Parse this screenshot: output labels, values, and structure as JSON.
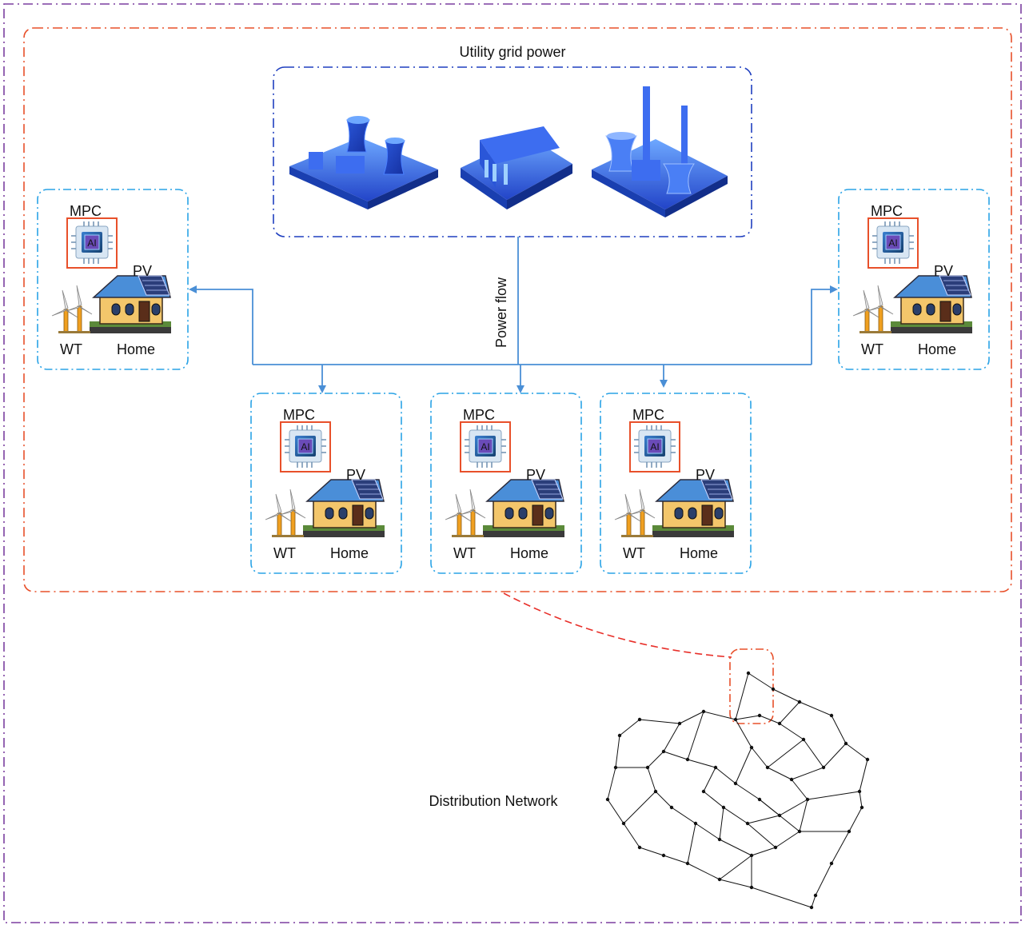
{
  "utility": {
    "title": "Utility grid power"
  },
  "flow": {
    "label": "Power flow"
  },
  "network": {
    "label": "Distribution Network"
  },
  "units": [
    {
      "mpc": "MPC",
      "chip": "AI",
      "pv": "PV",
      "wt": "WT",
      "home": "Home"
    },
    {
      "mpc": "MPC",
      "chip": "AI",
      "pv": "PV",
      "wt": "WT",
      "home": "Home"
    },
    {
      "mpc": "MPC",
      "chip": "AI",
      "pv": "PV",
      "wt": "WT",
      "home": "Home"
    },
    {
      "mpc": "MPC",
      "chip": "AI",
      "pv": "PV",
      "wt": "WT",
      "home": "Home"
    },
    {
      "mpc": "MPC",
      "chip": "AI",
      "pv": "PV",
      "wt": "WT",
      "home": "Home"
    }
  ],
  "colors": {
    "outer_frame": "#7b3fa0",
    "inner_frame": "#e8502a",
    "utility_frame": "#1f3fbf",
    "unit_frame": "#2aa3e6",
    "flow_line": "#4a8fd6",
    "plant_blue": "#2a56d8"
  },
  "icons": [
    "nuclear-plant-icon",
    "hydro-dam-icon",
    "thermal-plant-icon",
    "ai-chip-icon",
    "house-icon",
    "solar-panel-icon",
    "wind-turbine-icon"
  ]
}
